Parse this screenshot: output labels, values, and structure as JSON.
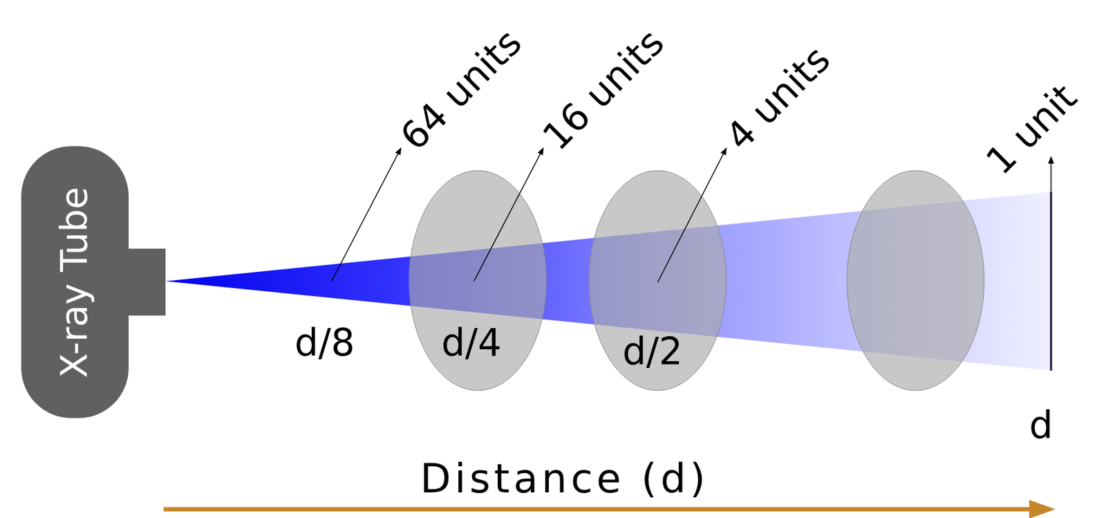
{
  "diagram": {
    "nodes": [
      {
        "text": [
          "X-ray Tube"
        ]
      }
    ],
    "labels": [
      "64 units",
      "16 units",
      "4 units",
      "1 unit",
      "d/8",
      "d/4",
      "d/2",
      "d",
      "Distance (d)"
    ]
  }
}
